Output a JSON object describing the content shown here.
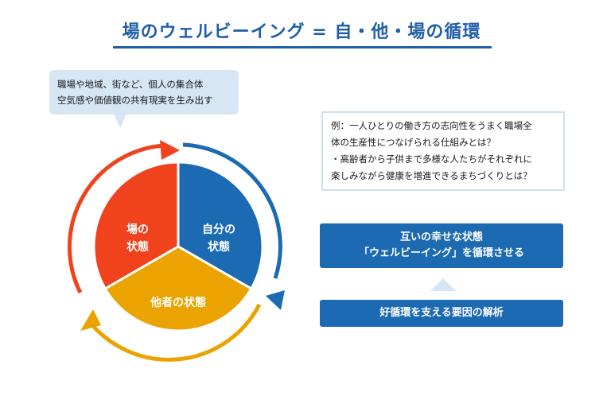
{
  "title": "場のウェルビーイング = 自・他・場の循環",
  "bubble": {
    "line1": "職場や地域、街など、個人の集合体",
    "line2": "空気感や価値観の共有現実を生み出す"
  },
  "segments": {
    "place": {
      "line1": "場の",
      "line2": "状態"
    },
    "self": {
      "line1": "自分の",
      "line2": "状態"
    },
    "others": {
      "line1": "他者の状態"
    }
  },
  "example": {
    "line1": "例：一人ひとりの働き方の志向性をうまく職場全",
    "line2": "体の生産性につなげられる仕組みとは？",
    "line3": "・高齢者から子供まで多様な人たちがそれぞれに",
    "line4": "楽しみながら健康を増進できるまちづくりとは？"
  },
  "box1": {
    "line1": "互いの幸せな状態",
    "line2": "「ウェルビーイング」を循環させる"
  },
  "box2": {
    "label": "好循環を支える要因の解析"
  },
  "colors": {
    "blue": "#1b6ab2",
    "red": "#f0421c",
    "yellow": "#eaa300",
    "light_blue": "#d6e6f4"
  }
}
